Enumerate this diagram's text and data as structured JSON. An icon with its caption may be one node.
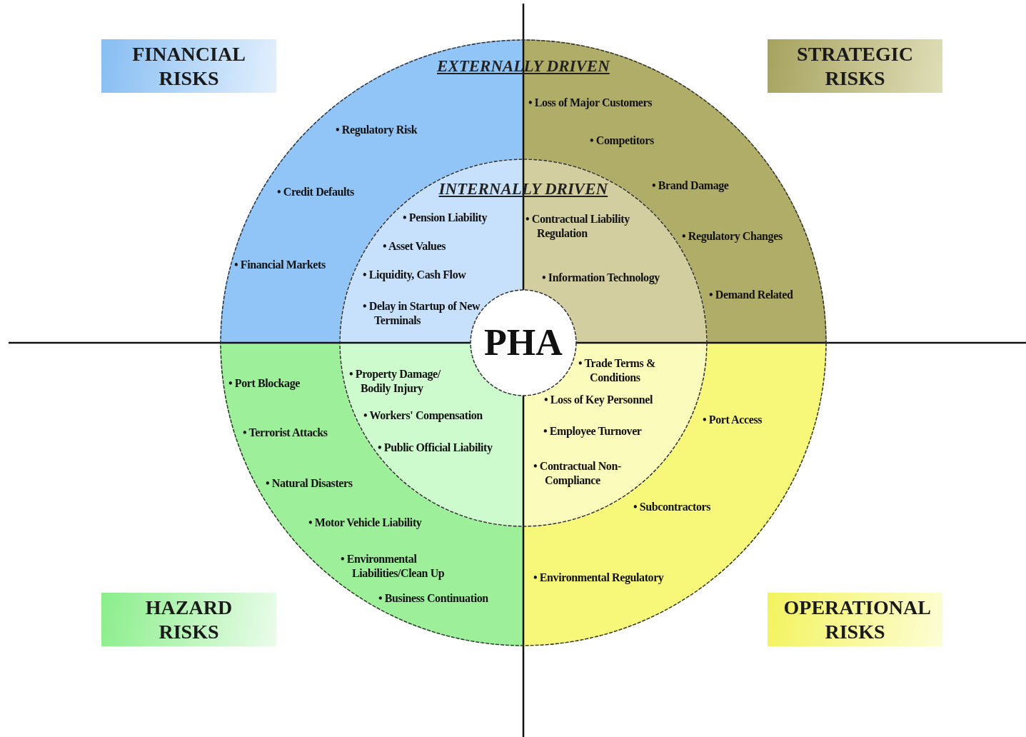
{
  "diagram": {
    "nodes": [
      {
        "text": [
          "FINANCIAL RISKS"
        ]
      },
      {
        "text": [
          "STRATEGIC RISKS"
        ]
      },
      {
        "text": [
          "EXTERNALLY DRIVEN",
          "• Regulatory Risk",
          "• Credit Defaults",
          "• Financial Markets",
          "• Loss of Major Customers",
          "• Competitors",
          "• Brand Damage",
          "• Regulatory Changes",
          "• Demand Related",
          "• Port Blockage",
          "• Terrorist Attacks",
          "• Natural Disasters",
          "• Motor Vehicle Liability",
          "• Environmental Liabilities/Clean Up",
          "• Business Continuation",
          "• Port Access",
          "• Subcontractors",
          "• Environmental Regulatory"
        ]
      },
      {
        "text": [
          "INTERNALLY DRIVEN",
          "• Pension Liability",
          "• Asset Values",
          "• Liquidity, Cash Flow",
          "• Delay in Startup of New Terminals",
          "• Contractual Liability Regulation",
          "• Information Technology",
          "• Property Damage/ Bodily Injury",
          "• Workers' Compensation",
          "• Public Official Liability",
          "• Trade Terms & Conditions",
          "• Loss of Key Personnel",
          "• Employee Turnover",
          "• Contractual Non-Compliance"
        ],
        "in": 2
      },
      {
        "text": [
          "PHA"
        ],
        "in": 3
      },
      {
        "text": [
          "HAZARD RISKS"
        ]
      },
      {
        "text": [
          "OPERATIONAL RISKS"
        ]
      }
    ]
  }
}
